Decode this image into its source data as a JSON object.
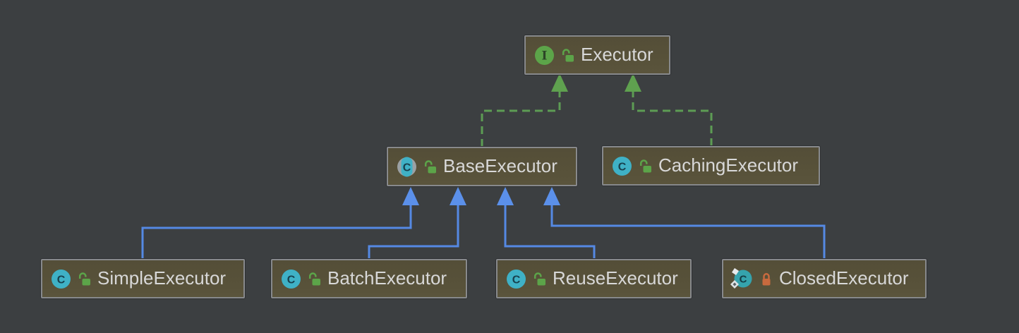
{
  "diagram": {
    "title": "Executor class hierarchy (UML diagram)",
    "nodes": {
      "executor": {
        "label": "Executor",
        "kind": "interface",
        "visibility": "public"
      },
      "base_executor": {
        "label": "BaseExecutor",
        "kind": "abstract-class",
        "visibility": "public"
      },
      "caching_executor": {
        "label": "CachingExecutor",
        "kind": "class",
        "visibility": "public"
      },
      "simple_executor": {
        "label": "SimpleExecutor",
        "kind": "class",
        "visibility": "public"
      },
      "batch_executor": {
        "label": "BatchExecutor",
        "kind": "class",
        "visibility": "public"
      },
      "reuse_executor": {
        "label": "ReuseExecutor",
        "kind": "class",
        "visibility": "public"
      },
      "closed_executor": {
        "label": "ClosedExecutor",
        "kind": "static-class",
        "visibility": "private"
      }
    },
    "edges": [
      {
        "from": "BaseExecutor",
        "to": "Executor",
        "type": "implements"
      },
      {
        "from": "CachingExecutor",
        "to": "Executor",
        "type": "implements"
      },
      {
        "from": "SimpleExecutor",
        "to": "BaseExecutor",
        "type": "extends"
      },
      {
        "from": "BatchExecutor",
        "to": "BaseExecutor",
        "type": "extends"
      },
      {
        "from": "ReuseExecutor",
        "to": "BaseExecutor",
        "type": "extends"
      },
      {
        "from": "ClosedExecutor",
        "to": "BaseExecutor",
        "type": "extends"
      }
    ],
    "colors": {
      "background": "#3c3f41",
      "node_fill": "#575139",
      "node_border": "#87898c",
      "label_text": "#d8d8d8",
      "interface_icon_green": "#5ca449",
      "class_icon_teal": "#3fb1c6",
      "public_lock_green": "#5ca449",
      "private_lock_orange": "#c96a3e",
      "implements_edge_green": "#5d9c54",
      "extends_edge_blue": "#5589e4"
    }
  }
}
